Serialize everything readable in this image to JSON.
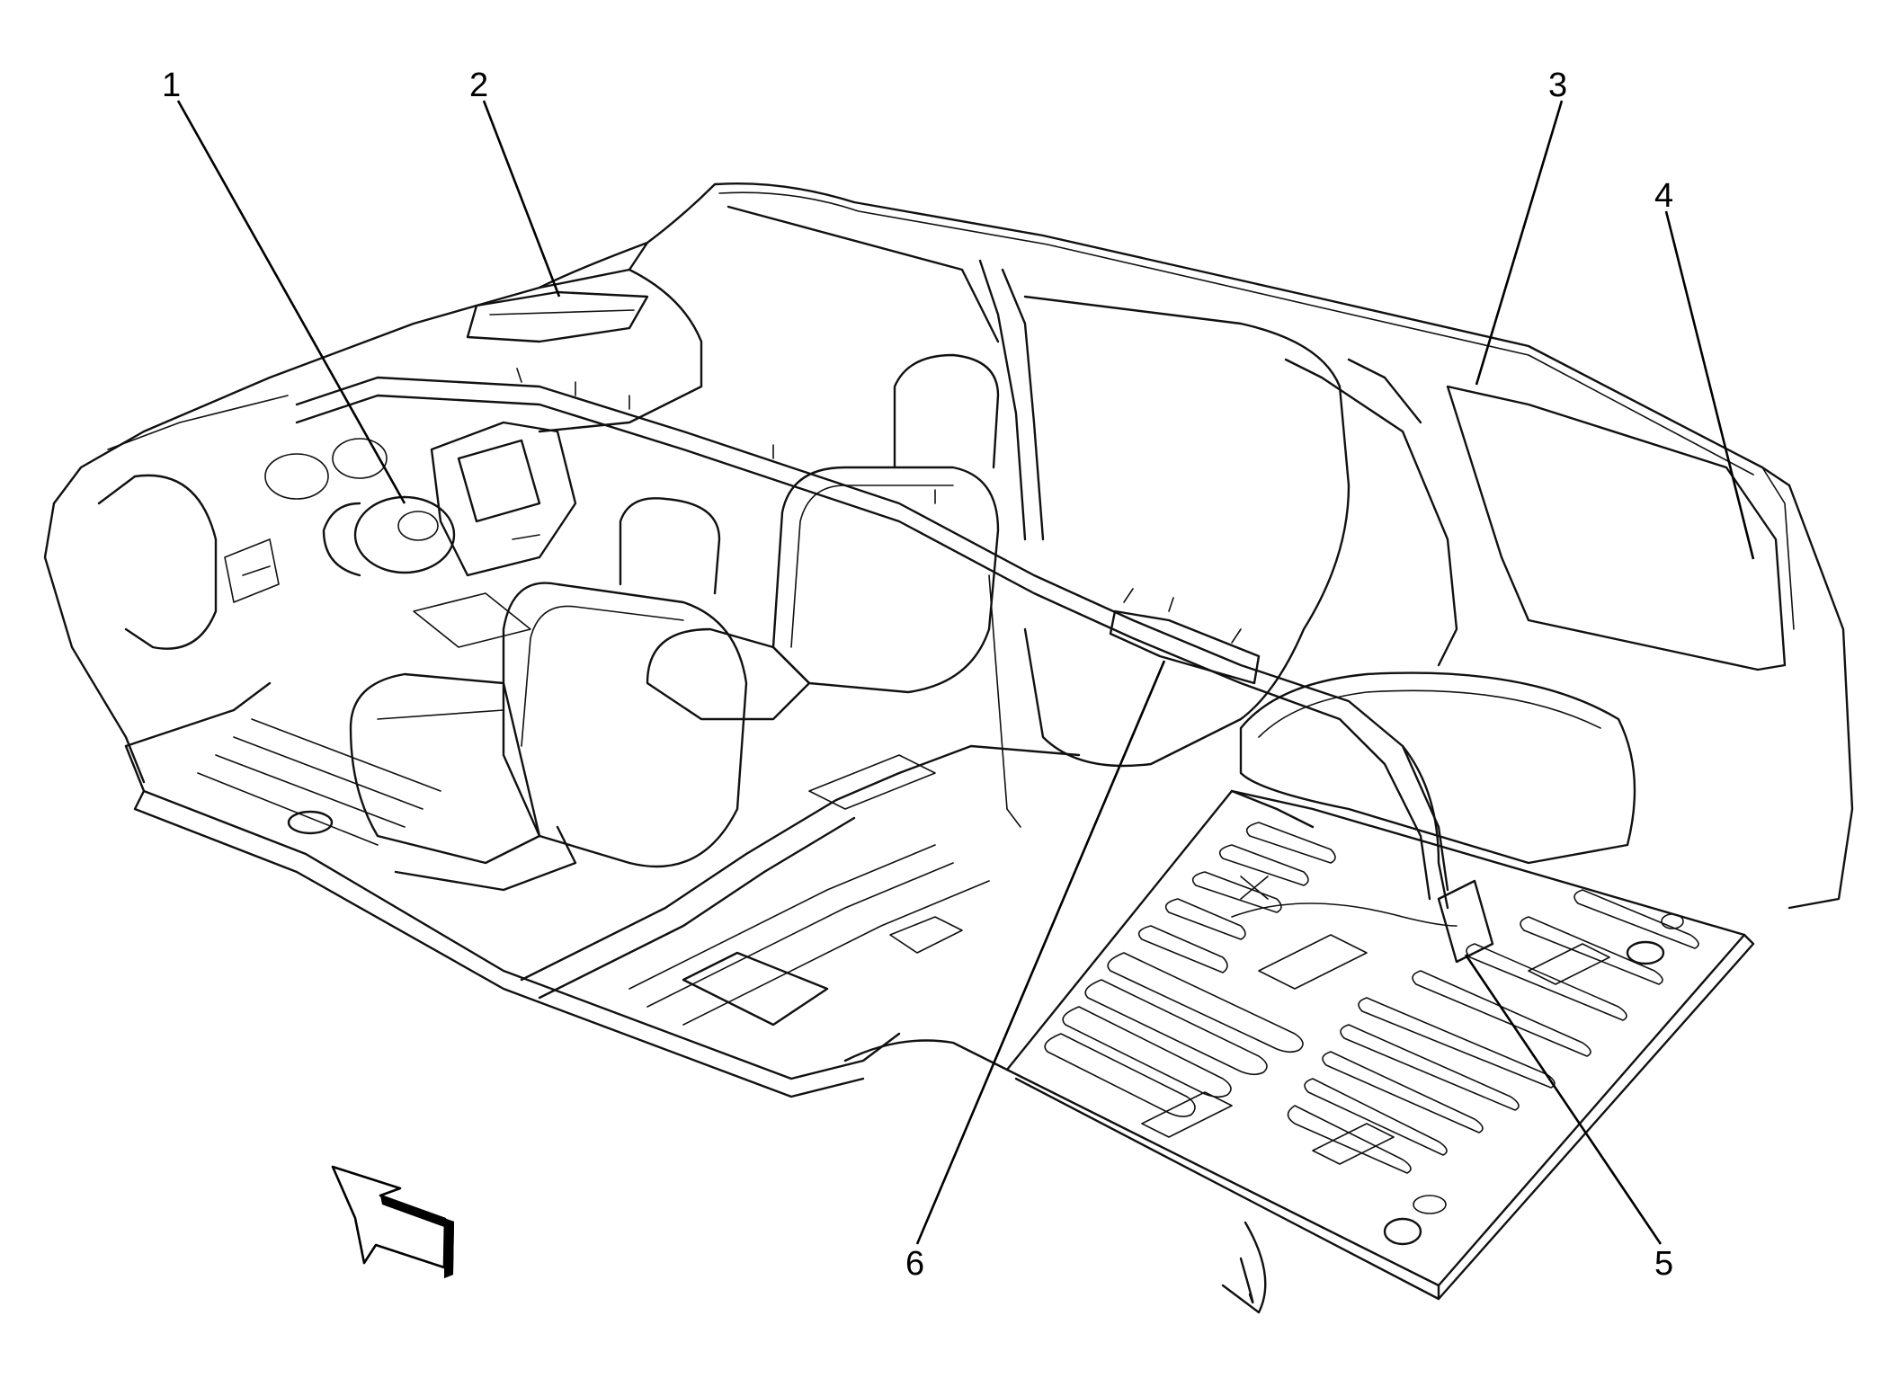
{
  "callouts": [
    {
      "id": "1",
      "label": "1"
    },
    {
      "id": "2",
      "label": "2"
    },
    {
      "id": "3",
      "label": "3"
    },
    {
      "id": "4",
      "label": "4"
    },
    {
      "id": "5",
      "label": "5"
    },
    {
      "id": "6",
      "label": "6"
    }
  ],
  "icons": {
    "direction_arrow": "front-direction-arrow-icon"
  },
  "colors": {
    "line": "#111111",
    "background": "#ffffff"
  }
}
